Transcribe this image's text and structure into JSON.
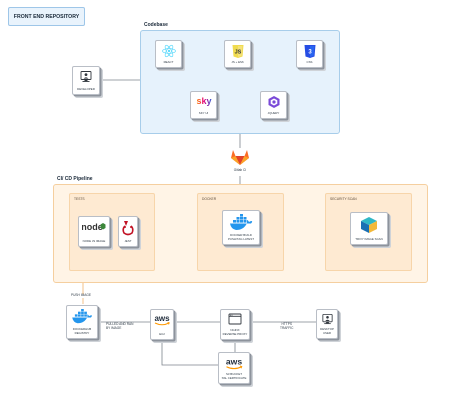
{
  "title": "FRONT END REPOSITORY",
  "groups": {
    "codebase": "Codebase",
    "cicd": "CI/ CD Pipeline",
    "tests": "TESTS",
    "docker": "DOCKER",
    "security": "SECURITY SCAN"
  },
  "nodes": {
    "developer": "DEVELOPER",
    "react": "REACT",
    "js_es6": "JS + ES6",
    "css": "CSS",
    "sky_ui": "SKY UI",
    "jquery": "JQUERY",
    "gitlab": "Gitlab CI",
    "node_image": "NODE JS IMAGE",
    "jest": "JEST",
    "docker_build": "DOCKER BUILD\nPUSH/TAG LATEST",
    "trivy": "TRIVY IMAGE SCAN",
    "registry": "DOCKERHUB\nREGISTRY",
    "ec2": "EC2",
    "nginx": "NGINX\nREVERSE PROXY",
    "s3": "S3 BUCKET\nSSL CERTIFICATE",
    "desktop": "DESKTOP\nUSER"
  },
  "edges": {
    "push_image": "PUSH IMAGE",
    "pulled": "PULLED AND RAN\nBY IMAGE",
    "https": "HTTPS\nTRAFFIC"
  },
  "colors": {
    "react": "#61dafb",
    "js": "#f0db4f",
    "css": "#264de4",
    "sky": "#e6007e",
    "jquery": "#7a4ad8",
    "gitlab": "#e24329",
    "node": "#3c873a",
    "jest": "#c21325",
    "docker": "#2496ed",
    "aws": "#232f3e",
    "aws_orange": "#ff9900"
  },
  "icons": {
    "developer": "user-monitor-icon",
    "react": "react-icon",
    "js": "js-shield-icon",
    "css": "css-shield-icon",
    "sky": "sky-logo-icon",
    "jquery": "hexagon-icon",
    "gitlab": "gitlab-fox-icon",
    "node": "nodejs-icon",
    "jest": "jest-icon",
    "docker": "docker-whale-icon",
    "trivy": "trivy-cube-icon",
    "aws": "aws-logo-icon",
    "nginx": "browser-window-icon",
    "desktop": "user-monitor-icon"
  }
}
